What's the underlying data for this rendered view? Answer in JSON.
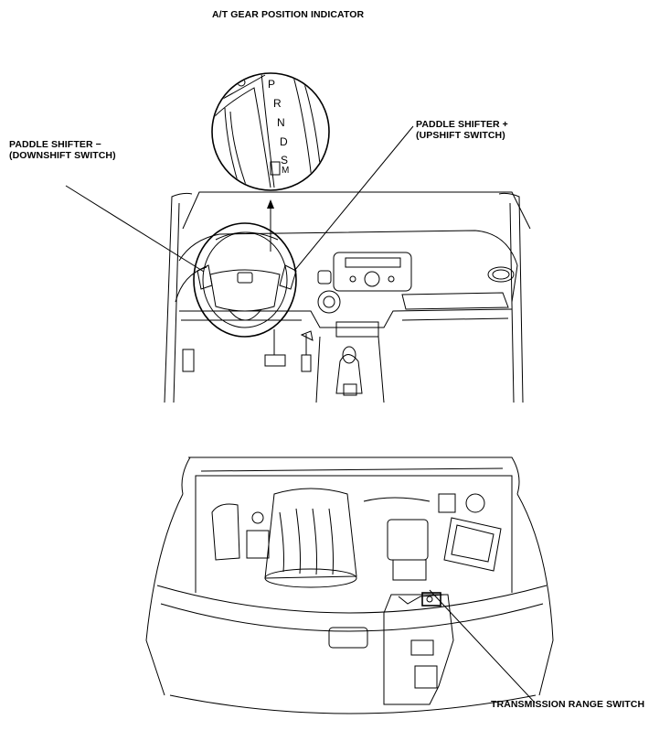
{
  "title": "A/T GEAR POSITION INDICATOR",
  "labels": {
    "paddle_minus_line1": "PADDLE SHIFTER −",
    "paddle_minus_line2": "(DOWNSHIFT SWITCH)",
    "paddle_plus_line1": "PADDLE SHIFTER +",
    "paddle_plus_line2": "(UPSHIFT SWITCH)",
    "transmission_range_switch": "TRANSMISSION RANGE SWITCH"
  },
  "gear_letters": [
    "P",
    "R",
    "N",
    "D",
    "S",
    "M"
  ]
}
